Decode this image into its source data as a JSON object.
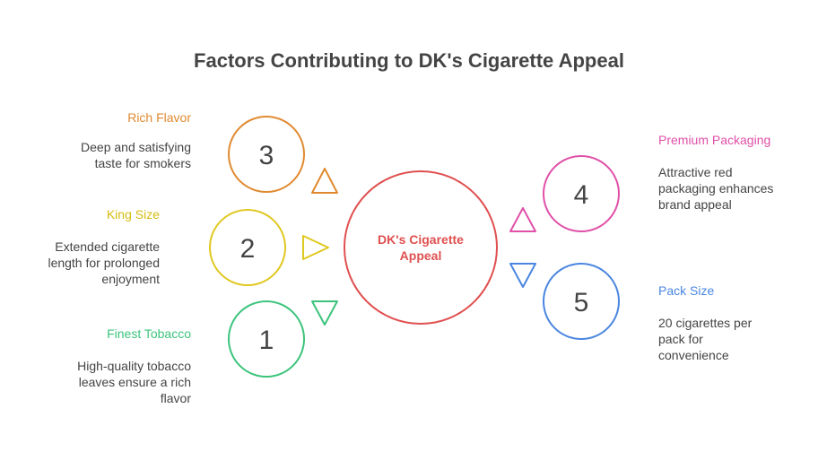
{
  "title": "Factors Contributing to DK's Cigarette Appeal",
  "center": {
    "line1": "DK's Cigarette",
    "line2": "Appeal",
    "color": "#e05050"
  },
  "factors": [
    {
      "number": "3",
      "heading": "Rich Flavor",
      "desc": [
        "Deep and satisfying",
        "taste for smokers"
      ],
      "color": "#e08a30"
    },
    {
      "number": "2",
      "heading": "King Size",
      "desc": [
        "Extended cigarette",
        "length for prolonged",
        "enjoyment"
      ],
      "color": "#e0c820"
    },
    {
      "number": "1",
      "heading": "Finest Tobacco",
      "desc": [
        "High-quality tobacco",
        "leaves ensure a rich",
        "flavor"
      ],
      "color": "#3cc47c"
    },
    {
      "number": "4",
      "heading": "Premium Packaging",
      "desc": [
        "Attractive red",
        "packaging enhances",
        "brand appeal"
      ],
      "color": "#e050a8"
    },
    {
      "number": "5",
      "heading": "Pack Size",
      "desc": [
        "20 cigarettes per",
        "pack for",
        "convenience"
      ],
      "color": "#4a86e0"
    }
  ]
}
